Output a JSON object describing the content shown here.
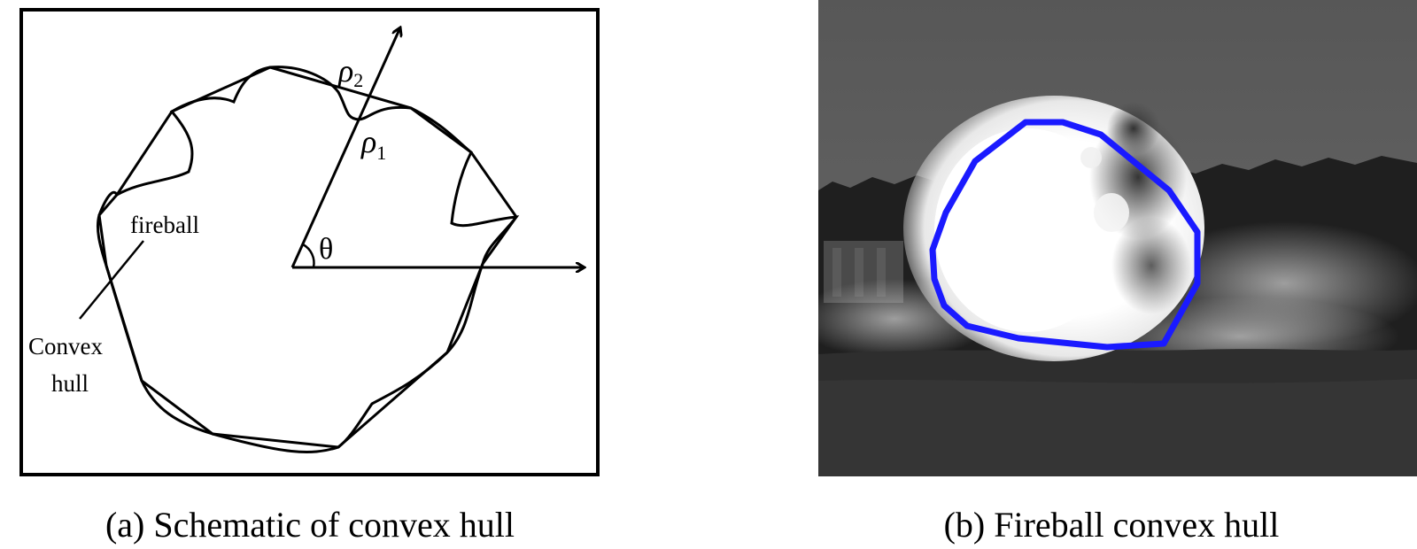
{
  "panel_a": {
    "caption": "(a) Schematic of convex hull",
    "label_fireball": "fireball",
    "label_convex_line1": "Convex",
    "label_convex_line2": "hull",
    "rho1": "ρ",
    "rho1_sub": "1",
    "rho2": "ρ",
    "rho2_sub": "2",
    "theta": "θ"
  },
  "panel_b": {
    "caption": "(b) Fireball convex hull",
    "hull_color": "#1a1aff"
  }
}
